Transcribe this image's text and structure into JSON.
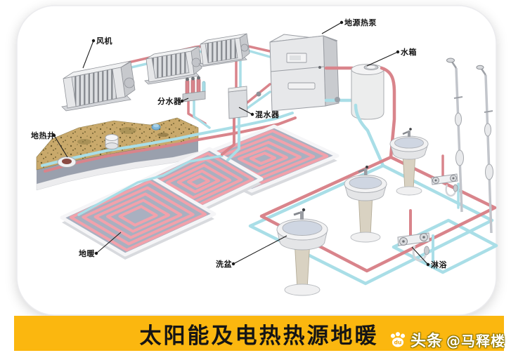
{
  "diagram": {
    "type": "isometric-solar-electric-ground-source-floor-heating-system",
    "labels": {
      "fan": "风机",
      "heat_pump": "地源热泵",
      "water_tank": "水箱",
      "manifold": "分水器",
      "mixer": "混水器",
      "geothermal_well": "地热井",
      "floor_heating": "地暖",
      "wash_basin": "洗盆",
      "shower": "淋浴"
    },
    "colors": {
      "hot_pipe": "#D9848B",
      "cold_pipe": "#A9DEE7",
      "coil_pink": "#F2A1AB",
      "soil_tan": "#C9A96B",
      "panel_base": "#A9B0C0",
      "equipment_gray": "#E7E8EA"
    }
  },
  "banner": {
    "title": "太阳能及电热热源地暖",
    "background": "#FBB70F",
    "text_color": "#151515"
  },
  "watermark": {
    "platform": "头条",
    "handle": "@马释楼",
    "icon": "paw-icon"
  }
}
